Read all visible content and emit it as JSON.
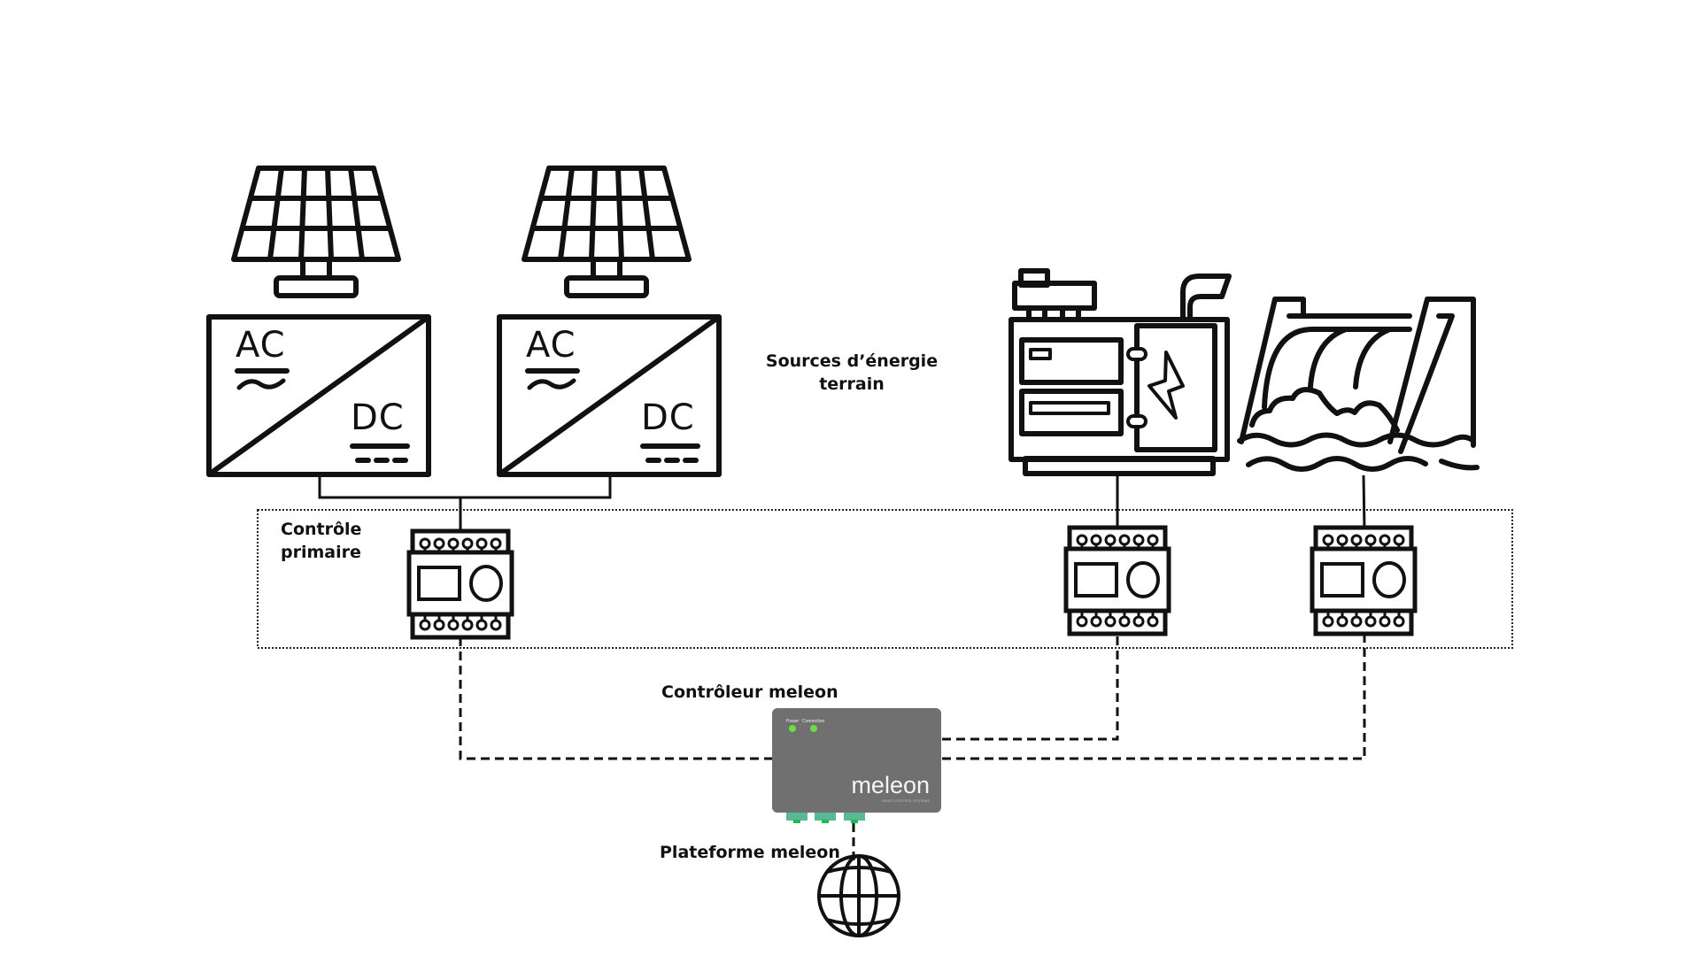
{
  "labels": {
    "sources_line1": "Sources d’énergie",
    "sources_line2": "terrain",
    "primary_control_line1": "Contrôle",
    "primary_control_line2": "primaire",
    "controller": "Contrôleur meleon",
    "platform": "Plateforme meleon"
  },
  "inverters": [
    {
      "ac_label": "AC",
      "dc_label": "DC"
    },
    {
      "ac_label": "AC",
      "dc_label": "DC"
    }
  ],
  "meleon_device": {
    "led_power_label": "Power",
    "led_connection_label": "Connection",
    "brand": "meleon",
    "tagline": "SMART CONTROL SYSTEMS",
    "body_color": "#707070",
    "led_color": "#6ddc4a",
    "port_color": "#5bb894",
    "port_pin_color": "#1db954"
  },
  "sources": [
    {
      "type": "solar-panel",
      "name": "solar-panel-1"
    },
    {
      "type": "solar-panel",
      "name": "solar-panel-2"
    },
    {
      "type": "diesel-generator",
      "name": "generator"
    },
    {
      "type": "hydro-dam",
      "name": "hydro-dam"
    }
  ],
  "controllers": [
    "primary-controller-solar",
    "primary-controller-generator",
    "primary-controller-hydro"
  ]
}
